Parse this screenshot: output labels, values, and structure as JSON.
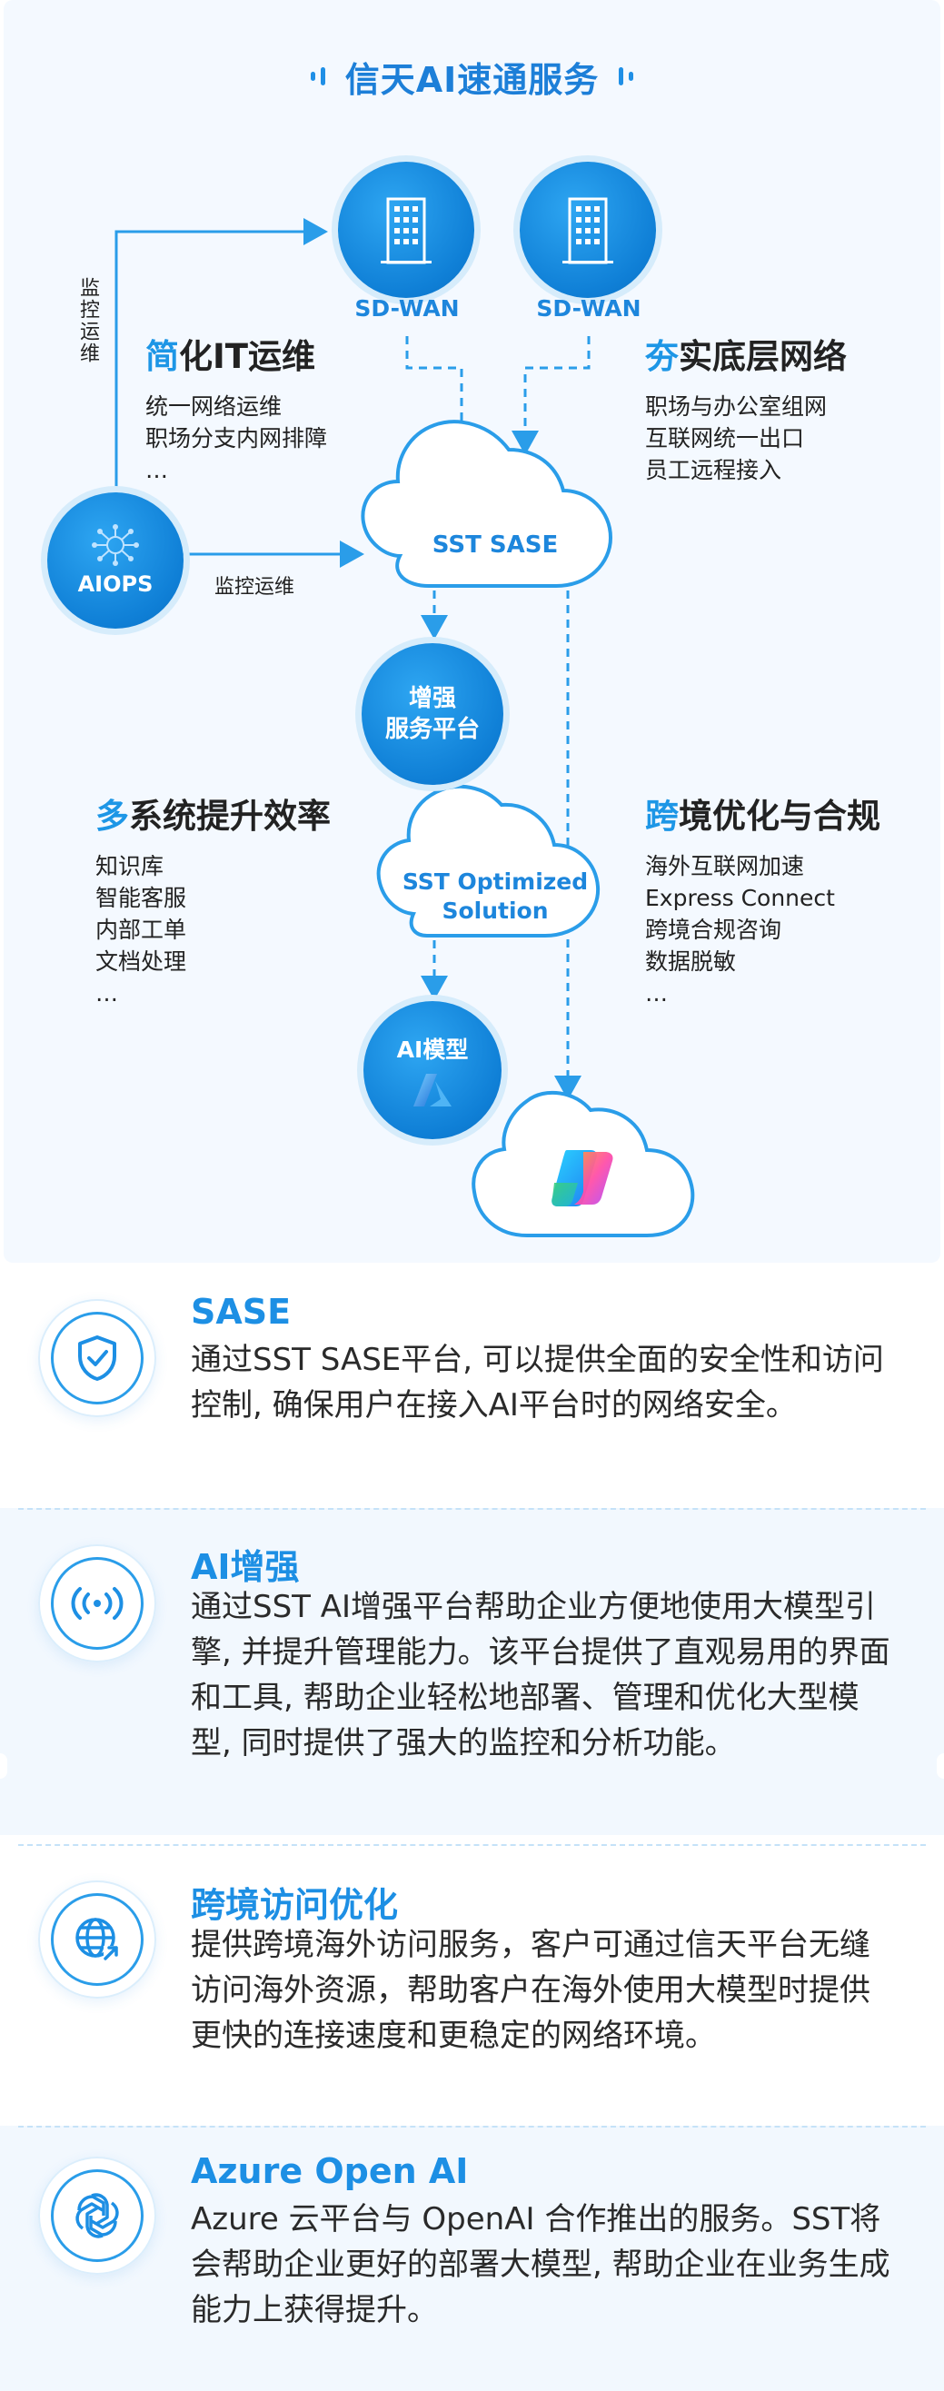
{
  "title": "信天AI速通服务",
  "nodes": {
    "sdwan_left": "SD-WAN",
    "sdwan_right": "SD-WAN",
    "aiops": "AIOPS",
    "sase_cloud": "SST SASE",
    "enhance_line1": "增强",
    "enhance_line2": "服务平台",
    "optimized_line1": "SST Optimized",
    "optimized_line2": "Solution",
    "ai_model": "AI模型"
  },
  "arrow_labels": {
    "vertical": "监控运维",
    "horizontal": "监控运维"
  },
  "blocks": {
    "simplify": {
      "highlight": "简",
      "rest": "化IT运维",
      "items": [
        "统一网络运维",
        "职场分支内网排障",
        "…"
      ]
    },
    "solid": {
      "highlight": "夯",
      "rest": "实底层网络",
      "items": [
        "职场与办公室组网",
        "互联网统一出口",
        "员工远程接入"
      ]
    },
    "multi": {
      "highlight": "多",
      "rest": "系统提升效率",
      "items": [
        "知识库",
        "智能客服",
        "内部工单",
        "文档处理",
        "…"
      ]
    },
    "cross": {
      "highlight": "跨",
      "rest": "境优化与合规",
      "items": [
        "海外互联网加速",
        "Express Connect",
        "跨境合规咨询",
        "数据脱敏",
        "…"
      ]
    }
  },
  "features": [
    {
      "icon": "shield-check-icon",
      "title": "SASE",
      "desc": "通过SST SASE平台, 可以提供全面的安全性和访问控制, 确保用户在接入AI平台时的网络安全。"
    },
    {
      "icon": "broadcast-signal-icon",
      "title": "AI增强",
      "desc": "通过SST AI增强平台帮助企业方便地使用大模型引擎, 并提升管理能力。该平台提供了直观易用的界面和工具, 帮助企业轻松地部署、管理和优化大型模型, 同时提供了强大的监控和分析功能。"
    },
    {
      "icon": "globe-arrow-icon",
      "title": "跨境访问优化",
      "desc": "提供跨境海外访问服务，客户可通过信天平台无缝访问海外资源，帮助客户在海外使用大模型时提供更快的连接速度和更稳定的网络环境。"
    },
    {
      "icon": "openai-knot-icon",
      "title": "Azure Open AI",
      "desc": "Azure 云平台与 OpenAI 合作推出的服务。SST将会帮助企业更好的部署大模型, 帮助企业在业务生成能力上获得提升。"
    }
  ],
  "colors": {
    "accent": "#1d8fe4",
    "node_fill": "#0f7fd6",
    "line": "#2a9de9",
    "bg_tint": "#f4f9ff"
  }
}
